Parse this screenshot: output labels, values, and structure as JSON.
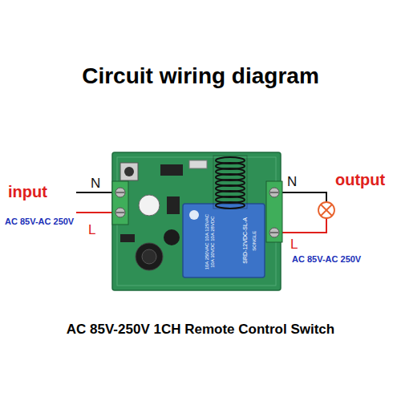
{
  "diagram": {
    "title": "Circuit wiring diagram",
    "caption": "AC 85V-250V 1CH Remote Control Switch",
    "labels": [
      "N",
      "input",
      "AC 85V-AC 250V",
      "L",
      "N",
      "output",
      "L",
      "AC 85V-AC 250V",
      "SONGLE",
      "SRD-12VDC-SL-A",
      "10A 250VAC 10A 125VAC 10A 30VDC 10A 28VDC"
    ]
  }
}
